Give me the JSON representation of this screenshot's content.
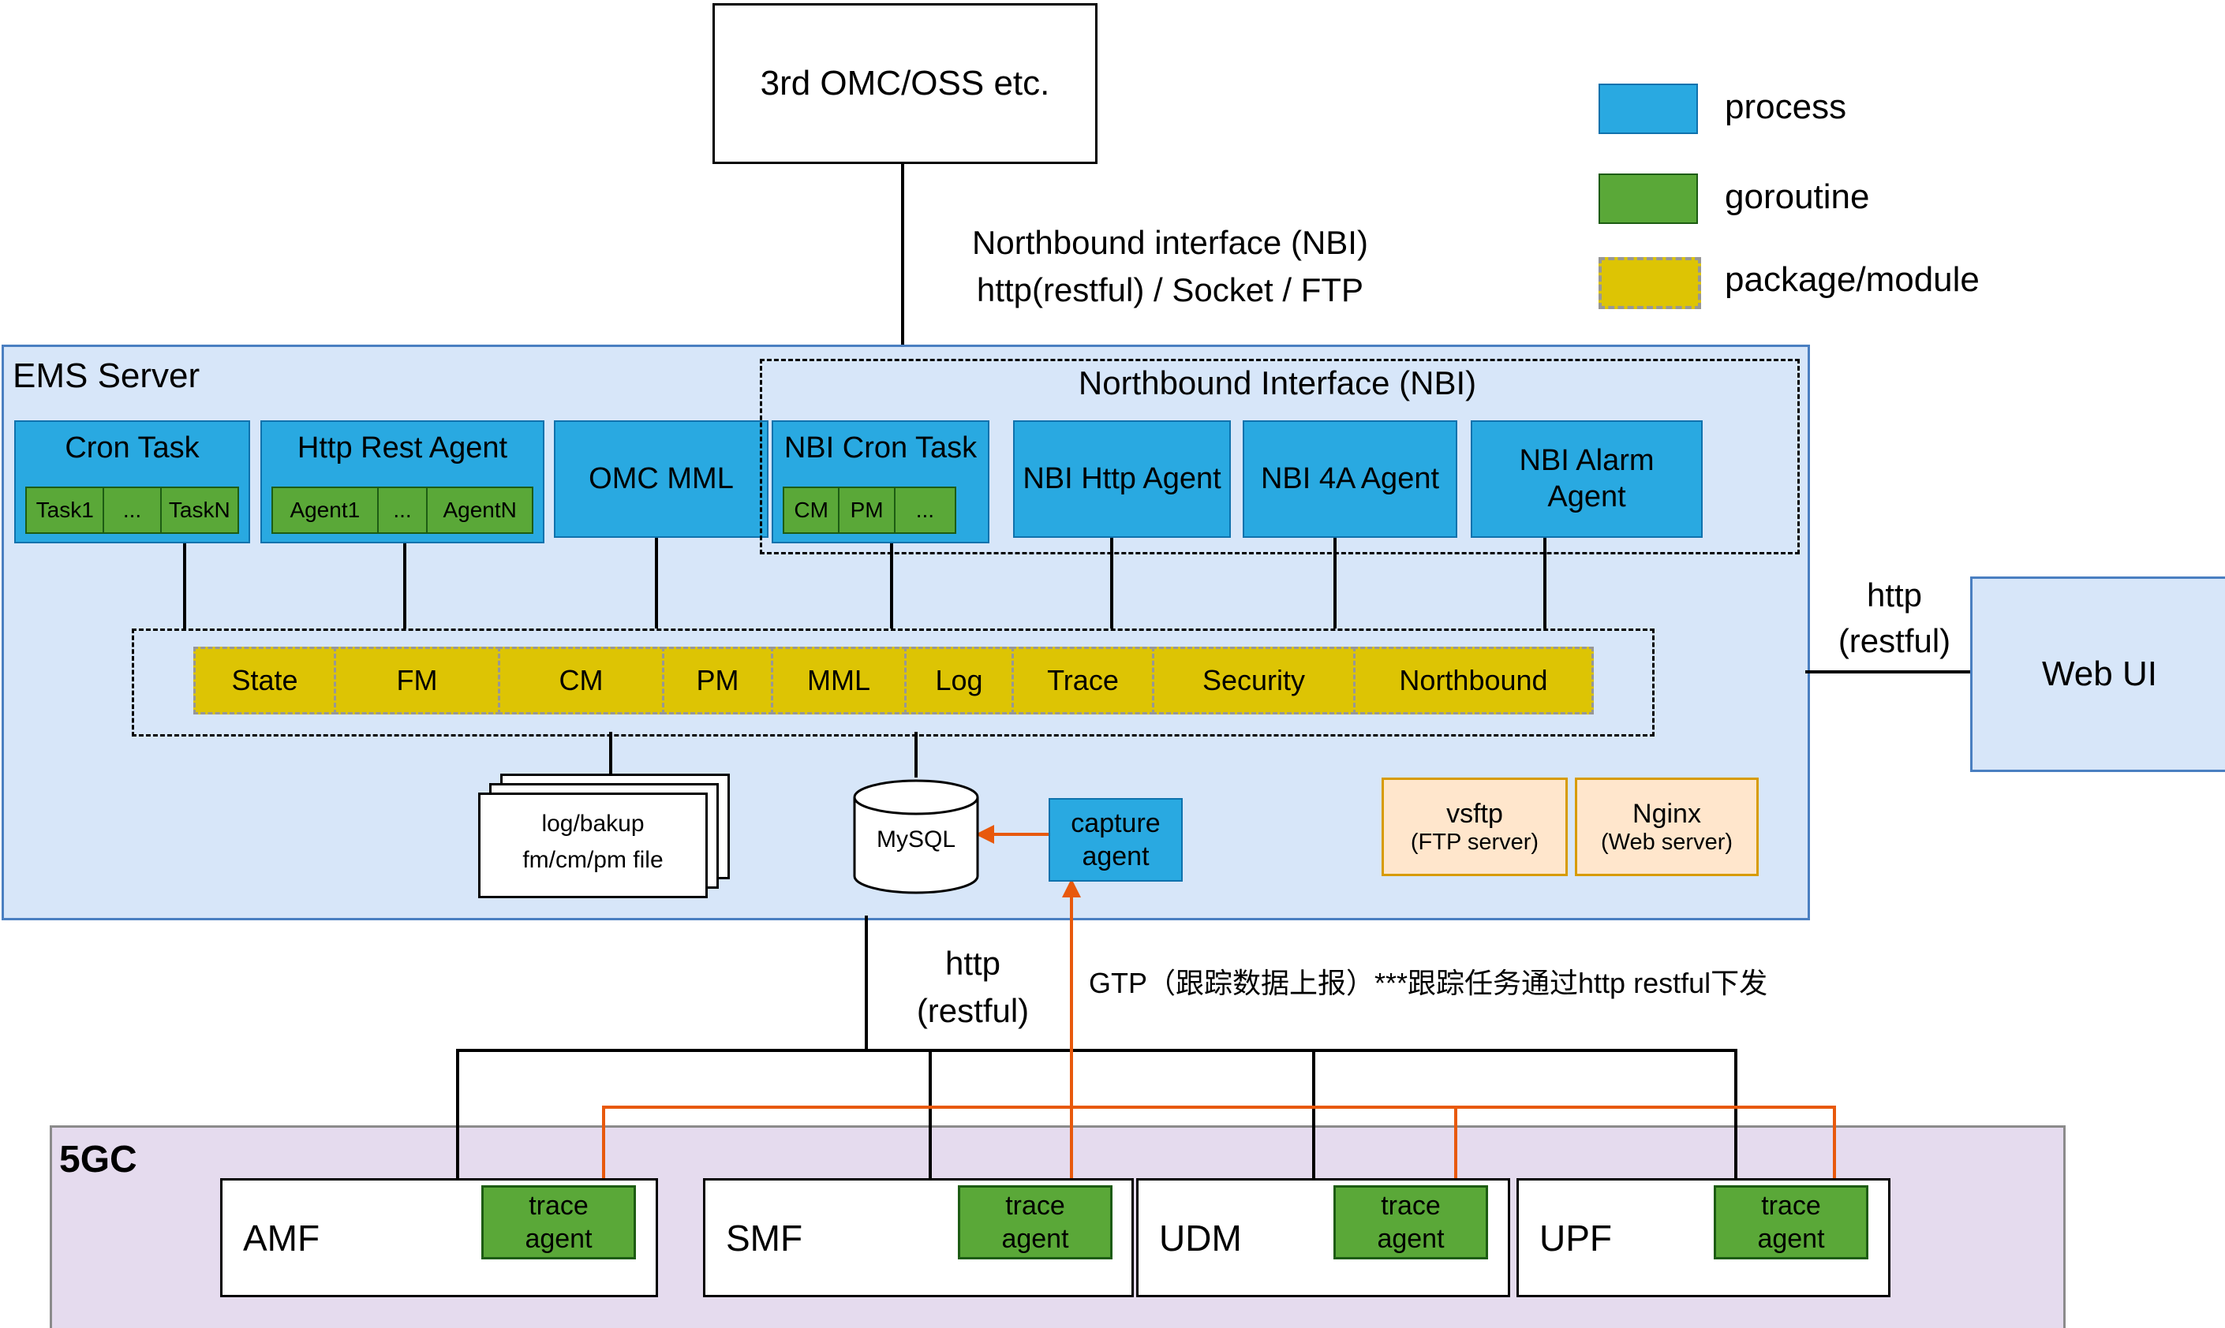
{
  "colors": {
    "process_blue": "#29a9e1",
    "goroutine_green": "#5aa838",
    "package_yellow": "#ddc404",
    "orange_link": "#e8590c",
    "ems_fill": "#d7e6f9",
    "fgc_fill": "#e5dbee",
    "server_fill": "#ffe6cc",
    "server_border": "#d79b00"
  },
  "legend": {
    "process": "process",
    "goroutine": "goroutine",
    "package": "package/module"
  },
  "external": {
    "omc_oss": "3rd OMC/OSS etc.",
    "nbi_line1": "Northbound interface (NBI)",
    "nbi_line2": "http(restful) / Socket / FTP"
  },
  "ems": {
    "title": "EMS Server",
    "cron_task": {
      "title": "Cron Task",
      "chips": [
        "Task1",
        "...",
        "TaskN"
      ]
    },
    "http_rest_agent": {
      "title": "Http Rest Agent",
      "chips": [
        "Agent1",
        "...",
        "AgentN"
      ]
    },
    "omc_mml": "OMC MML",
    "nbi": {
      "title": "Northbound Interface (NBI)",
      "cron_task": {
        "title": "NBI Cron Task",
        "chips": [
          "CM",
          "PM",
          "..."
        ]
      },
      "http_agent": "NBI Http Agent",
      "four_a_agent": "NBI 4A Agent",
      "alarm_agent": "NBI Alarm Agent"
    },
    "modules": [
      "State",
      "FM",
      "CM",
      "PM",
      "MML",
      "Log",
      "Trace",
      "Security",
      "Northbound"
    ],
    "file_stack": {
      "line1": "log/bakup",
      "line2": "fm/cm/pm file"
    },
    "mysql": "MySQL",
    "capture_agent": "capture agent",
    "vsftp": {
      "line1": "vsftp",
      "line2": "(FTP server)"
    },
    "nginx": {
      "line1": "Nginx",
      "line2": "(Web server)"
    }
  },
  "web_ui": {
    "label": "Web UI",
    "link_line1": "http",
    "link_line2": "(restful)"
  },
  "south_links": {
    "http_line1": "http",
    "http_line2": "(restful)",
    "gtp": "GTP（跟踪数据上报）***跟踪任务通过http restful下发"
  },
  "fgc": {
    "title": "5GC",
    "nfs": [
      {
        "name": "AMF",
        "agent": "trace agent"
      },
      {
        "name": "SMF",
        "agent": "trace agent"
      },
      {
        "name": "UDM",
        "agent": "trace agent"
      },
      {
        "name": "UPF",
        "agent": "trace agent"
      }
    ]
  }
}
